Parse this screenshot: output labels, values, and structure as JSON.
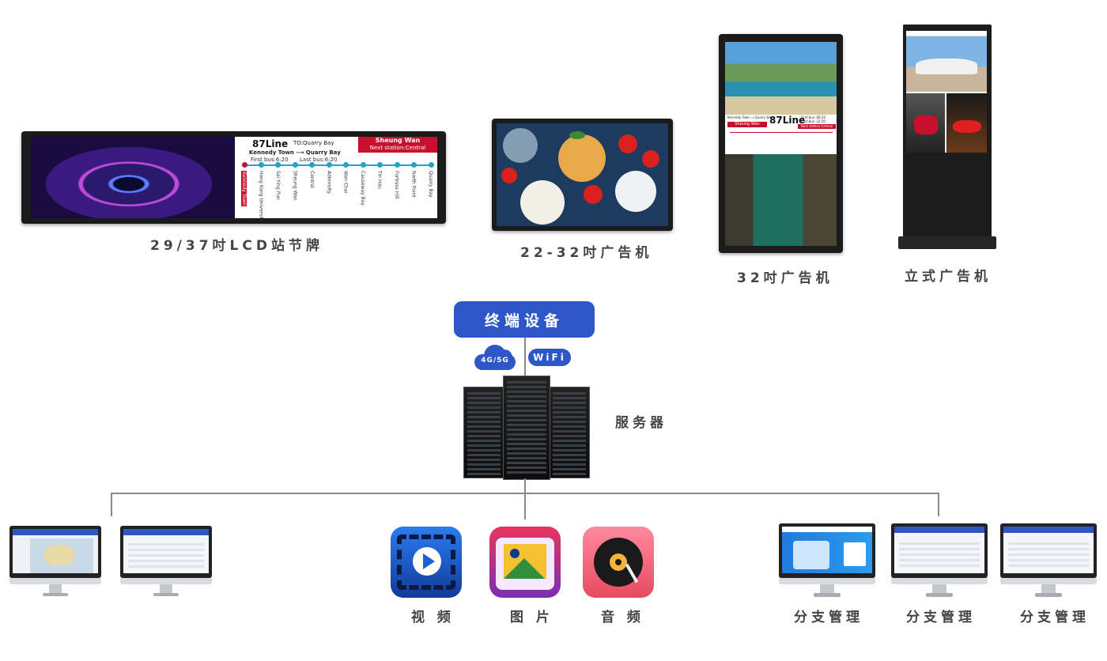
{
  "devices": {
    "lcd_bar": {
      "label": "29/37吋LCD站节牌",
      "route": {
        "line": "87Line",
        "to": "TO:Quarry Bay",
        "from_to": "Kennedy Town ⟶ Quarry Bay",
        "first_bus": "First bus:6:20",
        "last_bus": "Last bus:6:20",
        "current_stop": "Sheung Wan",
        "next_station": "Next station:Central",
        "stops": [
          "Kennedy Town",
          "Hong Kong University",
          "Sai Ying Pun",
          "Sheung Wan",
          "Central",
          "Admiralty",
          "Wan Chai",
          "Causeway Bay",
          "Tin Hau",
          "Fortress Hill",
          "North Point",
          "Quarry Bay"
        ]
      }
    },
    "ad_small": {
      "label": "22-32吋广告机"
    },
    "ad_32": {
      "label": "32吋广告机",
      "route": {
        "from_to": "Kennedy Town → Quarry Bay",
        "line": "87Line",
        "first_bus": "First bus: 06:20",
        "last_bus": "Last bus: 22:20",
        "current_stop": "Sheung Wan",
        "next_station": "Next station:Central"
      }
    },
    "ad_standing": {
      "label": "立式广告机"
    }
  },
  "terminal": {
    "label": "终端设备"
  },
  "connectivity": {
    "cellular": "4G/5G",
    "wifi": "WiFi"
  },
  "server": {
    "label": "服务器"
  },
  "media": [
    {
      "label": "视 频",
      "icon": "video-icon",
      "color": "#1f5fd6"
    },
    {
      "label": "图 片",
      "icon": "image-icon",
      "color": "#d6336c"
    },
    {
      "label": "音 频",
      "icon": "audio-icon",
      "color": "#e84a5f"
    }
  ],
  "branches": [
    {
      "label": "分支管理"
    },
    {
      "label": "分支管理"
    },
    {
      "label": "分支管理"
    }
  ],
  "colors": {
    "accent": "#2d57c8",
    "line": "#8a8a8a"
  }
}
